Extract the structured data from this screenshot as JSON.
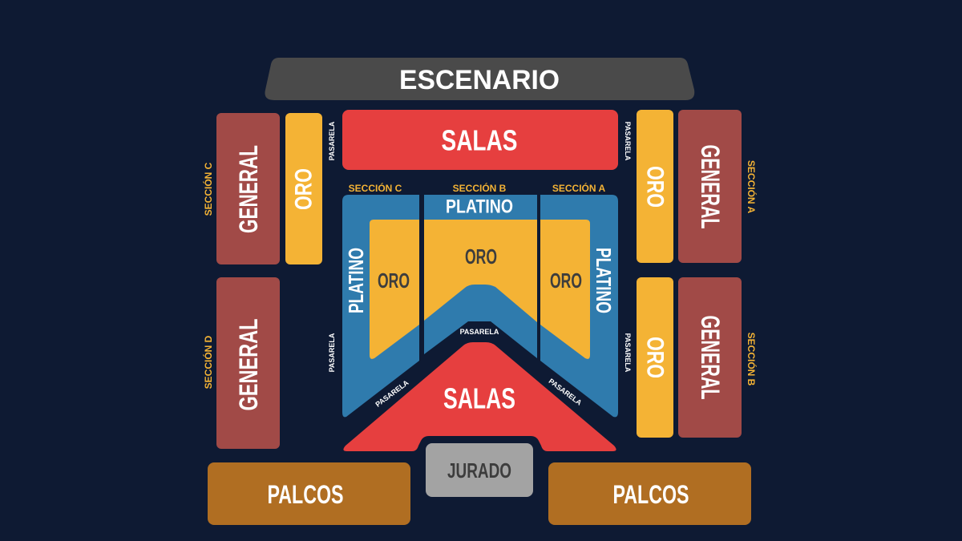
{
  "stage": {
    "label": "ESCENARIO"
  },
  "zones": {
    "salas_top": "SALAS",
    "salas_bottom": "SALAS",
    "platino_center": "PLATINO",
    "platino_left": "PLATINO",
    "platino_right": "PLATINO",
    "oro_center": "ORO",
    "oro_left_inner": "ORO",
    "oro_right_inner": "ORO",
    "oro_left_side": "ORO",
    "oro_right_top": "ORO",
    "oro_right_bottom": "ORO",
    "general_left_top": "GENERAL",
    "general_left_bottom": "GENERAL",
    "general_right_top": "GENERAL",
    "general_right_bottom": "GENERAL",
    "jurado": "JURADO",
    "palcos_left": "PALCOS",
    "palcos_right": "PALCOS"
  },
  "sections": {
    "a_top": "SECCIÓN A",
    "b_top": "SECCIÓN B",
    "c_top": "SECCIÓN C",
    "a_side": "SECCIÓN A",
    "b_side": "SECCIÓN B",
    "c_side": "SECCIÓN C",
    "d_side": "SECCIÓN D"
  },
  "walkway": {
    "label": "PASARELA"
  },
  "colors": {
    "background": "#0e1a33",
    "stage": "#4a4a4a",
    "salas": "#e63f3f",
    "platino": "#2f7bad",
    "oro": "#f4b335",
    "general": "#a14a47",
    "jurado": "#a3a3a3",
    "palcos": "#b06e22",
    "section_label": "#f4b335"
  }
}
